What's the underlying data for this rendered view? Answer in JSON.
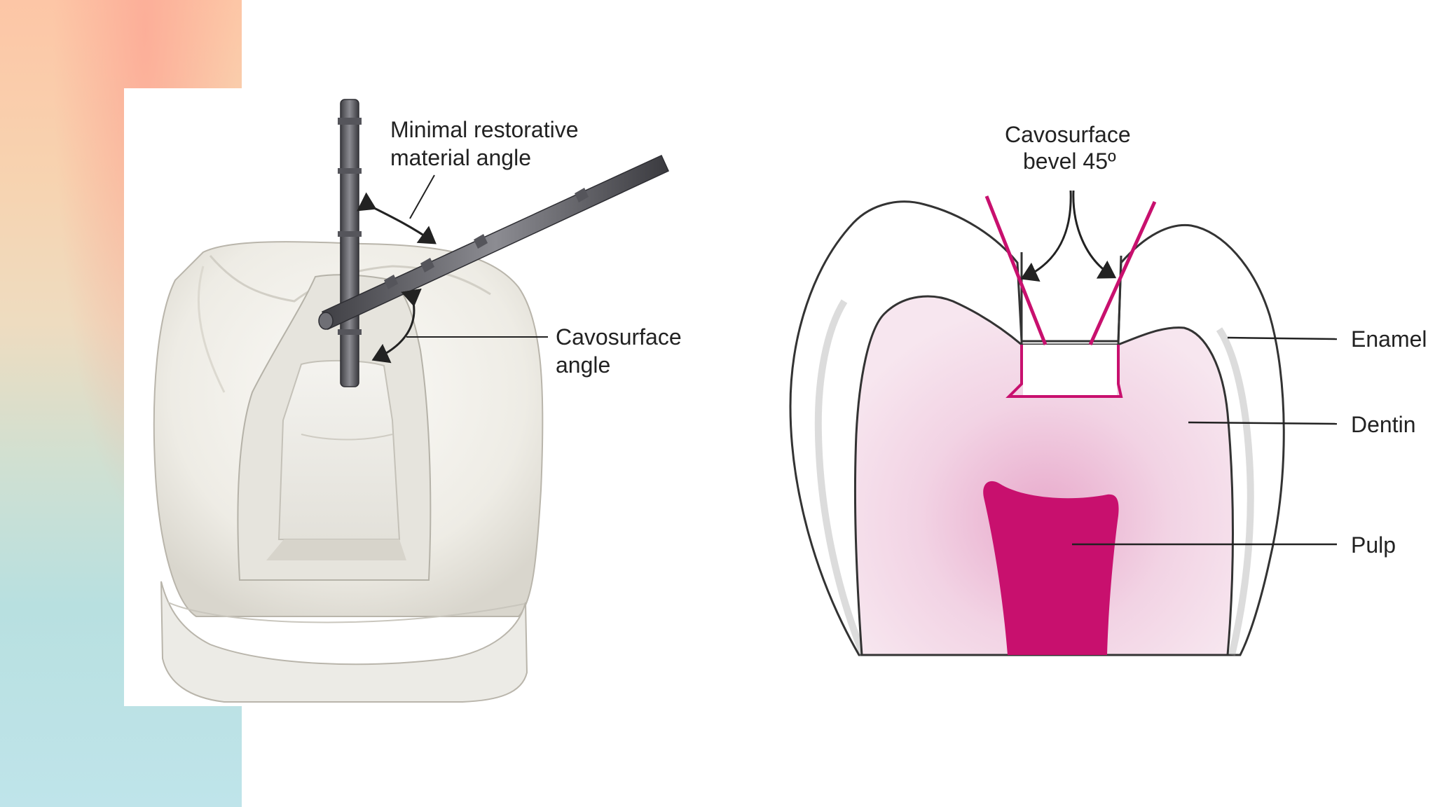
{
  "left_figure": {
    "label_minimal_angle": [
      "Minimal restorative",
      "material angle"
    ],
    "label_cavosurface_angle": [
      "Cavosurface",
      "angle"
    ]
  },
  "right_figure": {
    "label_bevel": [
      "Cavosurface",
      "bevel 45º"
    ],
    "label_enamel": "Enamel",
    "label_dentin": "Dentin",
    "label_pulp": "Pulp"
  },
  "colors": {
    "accent_magenta": "#c8106e",
    "dentin_pink": "#f3d9e8",
    "tooth_white": "#eeece6"
  }
}
